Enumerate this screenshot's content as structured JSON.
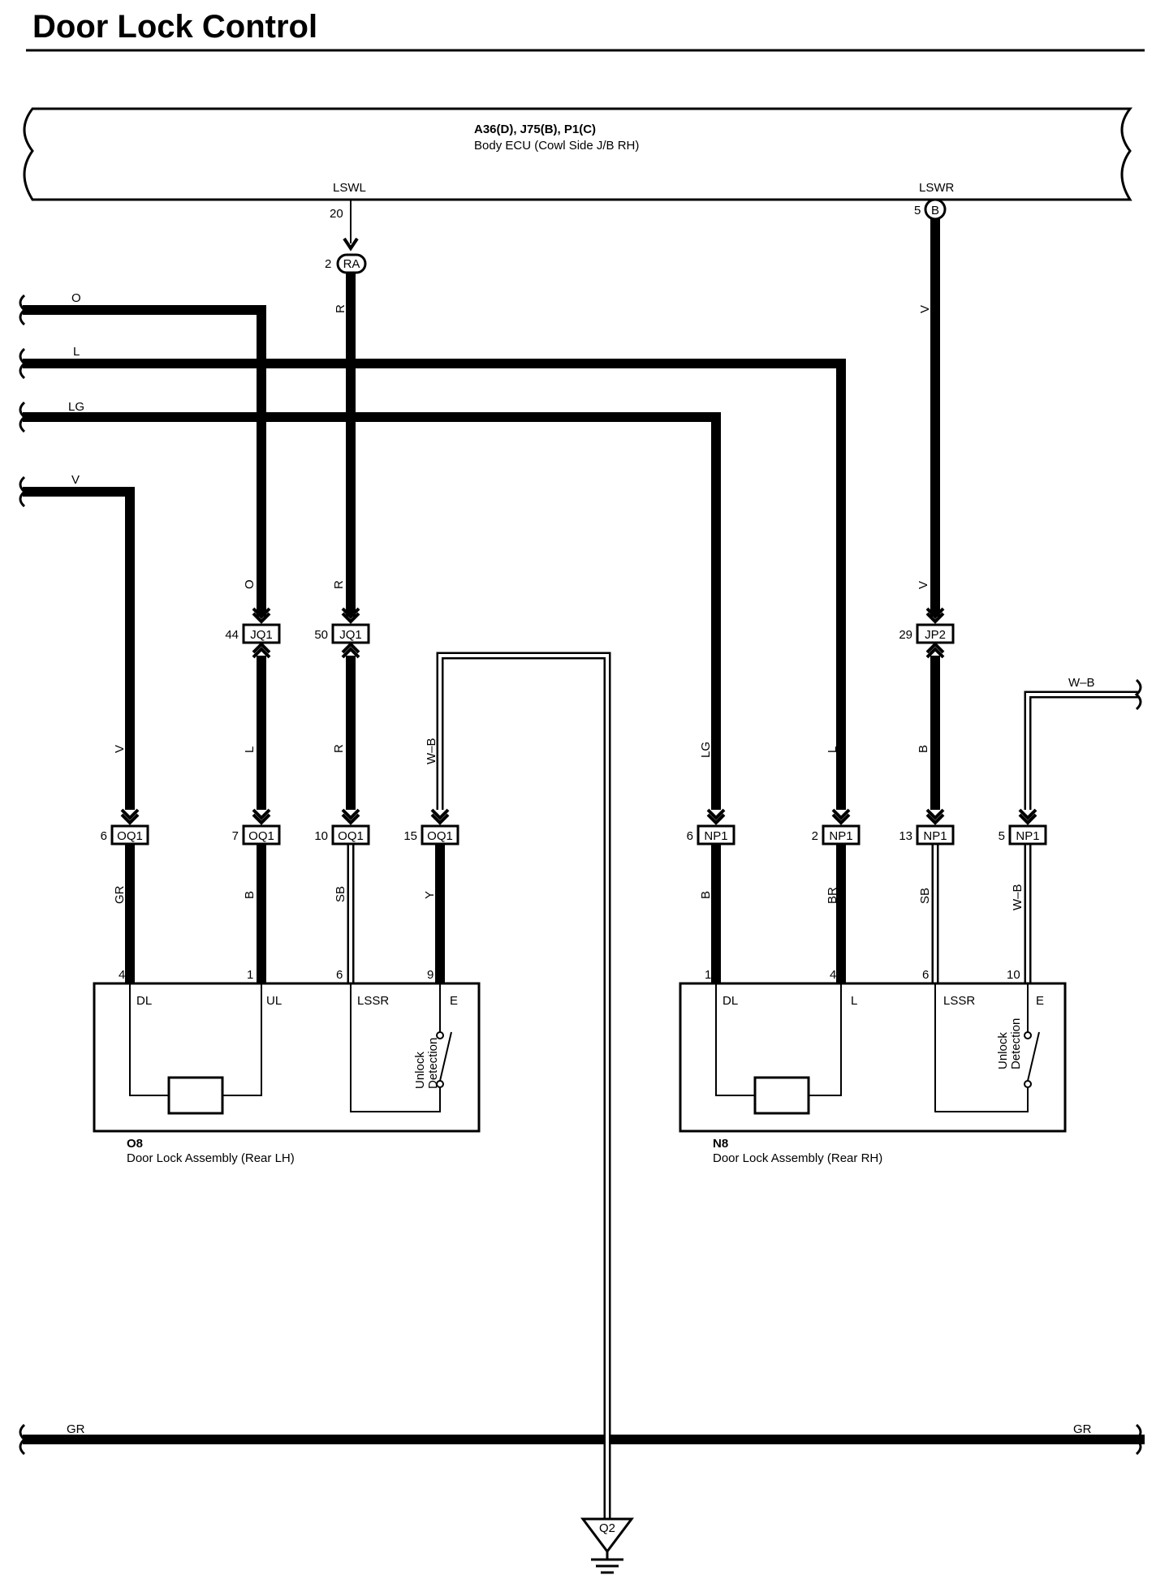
{
  "page_title": "Door Lock Control",
  "ecu": {
    "connectors_label": "A36(D), J75(B), P1(C)",
    "name": "Body ECU (Cowl Side J/B RH)",
    "pins": [
      {
        "name": "LSWL",
        "number": "20"
      },
      {
        "name": "LSWR",
        "number": "5",
        "connector": "B"
      }
    ]
  },
  "junction_RA": {
    "pin": "2",
    "connector": "RA"
  },
  "left_feeds": [
    {
      "color": "O"
    },
    {
      "color": "L"
    },
    {
      "color": "LG"
    },
    {
      "color": "V"
    }
  ],
  "wire_colors": {
    "lswl_upper": "R",
    "lswr_upper": "V",
    "jq1_44_above": "O",
    "jq1_50_above": "R",
    "jp2_above": "V",
    "oq1_6_above": "V",
    "oq1_7_above": "L",
    "oq1_10_above": "R",
    "oq1_15_above": "W–B",
    "np1_6_above": "LG",
    "np1_2_above": "L",
    "np1_13_above": "B",
    "np1_5_right": "W–B",
    "oq1_6_below": "GR",
    "oq1_7_below": "B",
    "oq1_10_below": "SB",
    "oq1_15_below": "Y",
    "np1_6_below": "B",
    "np1_2_below": "BR",
    "np1_13_below": "SB",
    "np1_5_below": "W–B",
    "bottom_left": "GR",
    "bottom_right": "GR"
  },
  "inline_connectors": [
    {
      "pin": "44",
      "id": "JQ1"
    },
    {
      "pin": "50",
      "id": "JQ1"
    },
    {
      "pin": "29",
      "id": "JP2"
    },
    {
      "pin": "6",
      "id": "OQ1"
    },
    {
      "pin": "7",
      "id": "OQ1"
    },
    {
      "pin": "10",
      "id": "OQ1"
    },
    {
      "pin": "15",
      "id": "OQ1"
    },
    {
      "pin": "6",
      "id": "NP1"
    },
    {
      "pin": "2",
      "id": "NP1"
    },
    {
      "pin": "13",
      "id": "NP1"
    },
    {
      "pin": "5",
      "id": "NP1"
    }
  ],
  "door_lock_lh": {
    "code": "O8",
    "name": "Door Lock Assembly (Rear LH)",
    "pins": [
      {
        "number": "4",
        "label": "DL"
      },
      {
        "number": "1",
        "label": "UL"
      },
      {
        "number": "6",
        "label": "LSSR"
      },
      {
        "number": "9",
        "label": "E"
      }
    ],
    "switch_label_1": "Unlock",
    "switch_label_2": "Detection"
  },
  "door_lock_rh": {
    "code": "N8",
    "name": "Door Lock Assembly (Rear RH)",
    "pins": [
      {
        "number": "1",
        "label": "DL"
      },
      {
        "number": "4",
        "label": "L"
      },
      {
        "number": "6",
        "label": "LSSR"
      },
      {
        "number": "10",
        "label": "E"
      }
    ],
    "switch_label_1": "Unlock",
    "switch_label_2": "Detection"
  },
  "ground": {
    "id": "Q2"
  }
}
